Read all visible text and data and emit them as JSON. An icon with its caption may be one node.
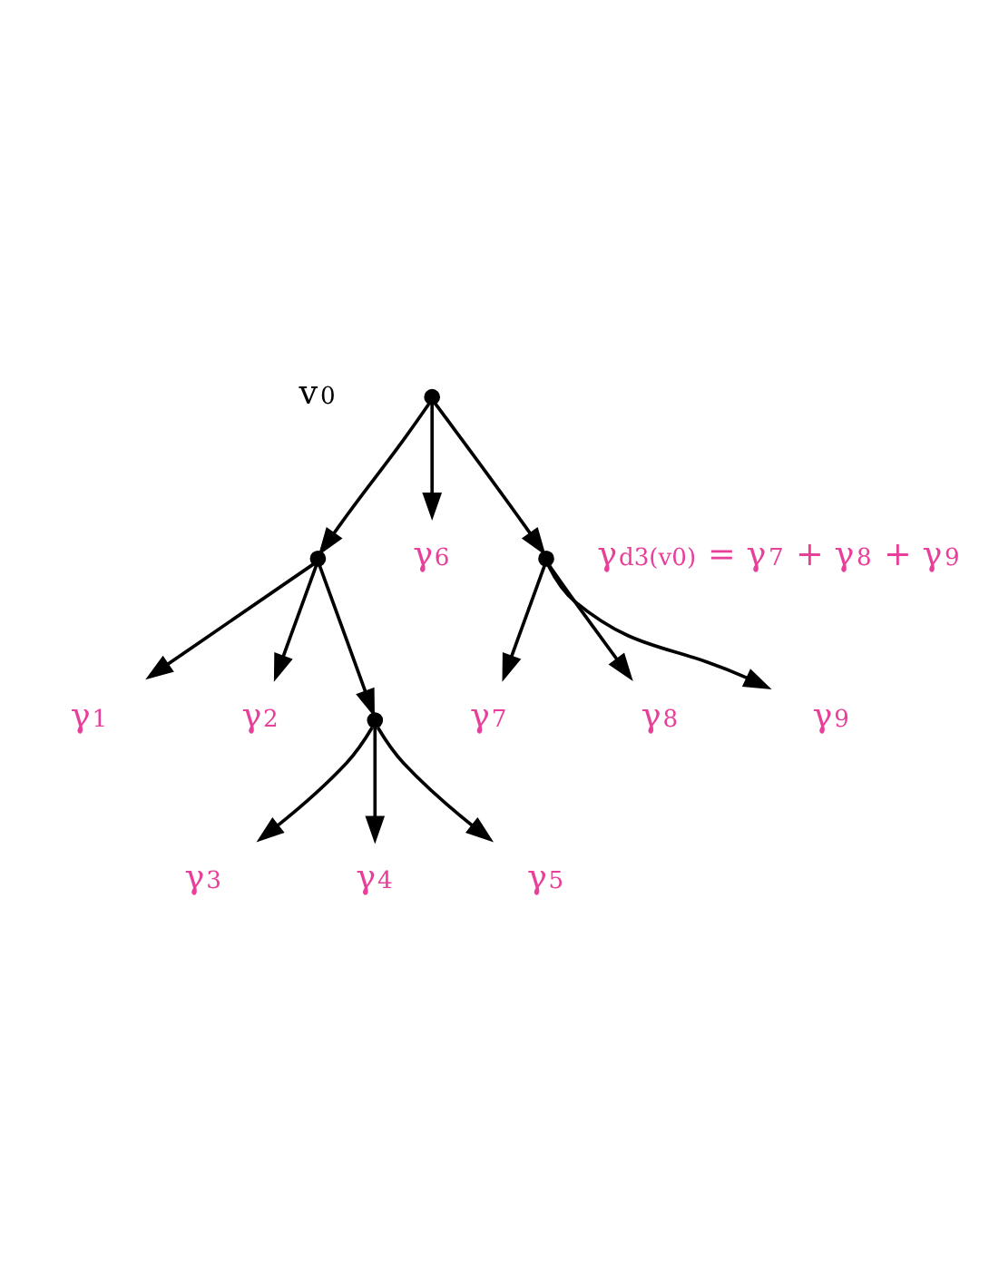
{
  "diagram": {
    "nodes": [
      {
        "text": [],
        "shape": "circle",
        "beside": [
          "v$_{0}$"
        ]
      },
      {
        "text": [],
        "shape": "circle"
      },
      {
        "text": [],
        "shape": "circle"
      },
      {
        "text": [],
        "shape": "circle",
        "beside": [
          "γ$_{d3(v0)}$ = γ$_{7}$ + γ$_{8}$ + γ$_{9}$"
        ]
      },
      {
        "text": [
          "γ$_{1}$"
        ]
      },
      {
        "text": [
          "γ$_{2}$"
        ]
      },
      {
        "text": [
          "γ$_{3}$"
        ]
      },
      {
        "text": [
          "γ$_{4}$"
        ]
      },
      {
        "text": [
          "γ$_{5}$"
        ]
      },
      {
        "text": [
          "γ$_{6}$"
        ]
      },
      {
        "text": [
          "γ$_{7}$"
        ]
      },
      {
        "text": [
          "γ$_{8}$"
        ]
      },
      {
        "text": [
          "γ$_{9}$"
        ]
      }
    ],
    "edges": [
      {
        "from": 0,
        "to": 1,
        "arrow": "to"
      },
      {
        "from": 0,
        "to": 9,
        "arrow": "to"
      },
      {
        "from": 0,
        "to": 3,
        "arrow": "to"
      },
      {
        "from": 1,
        "to": 4,
        "arrow": "to"
      },
      {
        "from": 1,
        "to": 5,
        "arrow": "to"
      },
      {
        "from": 1,
        "to": 2,
        "arrow": "to"
      },
      {
        "from": 2,
        "to": 6,
        "arrow": "to"
      },
      {
        "from": 2,
        "to": 7,
        "arrow": "to"
      },
      {
        "from": 2,
        "to": 8,
        "arrow": "to"
      },
      {
        "from": 3,
        "to": 10,
        "arrow": "to"
      },
      {
        "from": 3,
        "to": 11,
        "arrow": "to"
      },
      {
        "from": 3,
        "to": 12,
        "arrow": "to"
      }
    ]
  }
}
